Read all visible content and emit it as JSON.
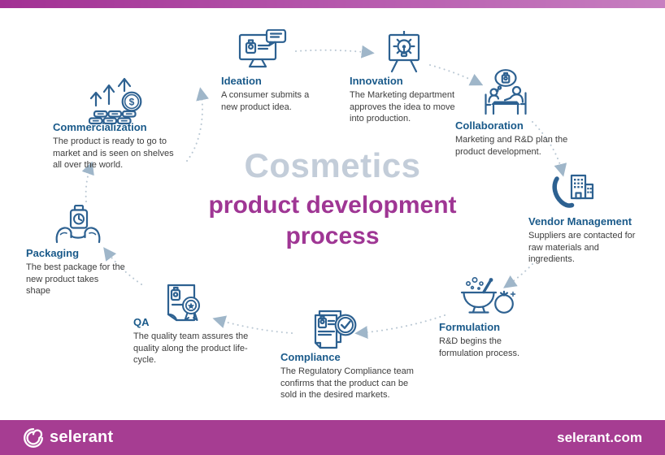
{
  "title": {
    "line1": "Cosmetics",
    "line2": "product development",
    "line3": "process"
  },
  "stages": [
    {
      "name": "Ideation",
      "description": "A consumer submits a new product idea.",
      "icon": "monitor-idea-icon"
    },
    {
      "name": "Innovation",
      "description": "The Marketing department approves the idea to move into production.",
      "icon": "lightbulb-board-icon"
    },
    {
      "name": "Collaboration",
      "description": "Marketing and R&D plan the product development.",
      "icon": "meeting-icon"
    },
    {
      "name": "Vendor Management",
      "description": "Suppliers are contacted for raw materials and ingredients.",
      "icon": "phone-building-icon"
    },
    {
      "name": "Formulation",
      "description": "R&D begins the formulation process.",
      "icon": "mortar-pestle-icon"
    },
    {
      "name": "Compliance",
      "description": "The Regulatory Compliance team confirms that the product can be sold in the desired markets.",
      "icon": "document-check-icon"
    },
    {
      "name": "QA",
      "description": "The quality team assures the quality along the product life-cycle.",
      "icon": "certificate-ribbon-icon"
    },
    {
      "name": "Packaging",
      "description": "The best package for the new product takes shape",
      "icon": "hands-package-icon"
    },
    {
      "name": "Commercialization",
      "description": "The product is ready to go to market and is seen on shelves all over the world.",
      "icon": "growth-money-icon"
    }
  ],
  "footer": {
    "brand": "selerant",
    "website": "selerant.com"
  },
  "symbols": {
    "dollar": "$"
  },
  "colors": {
    "accent_magenta": "#9f3694",
    "title_gray": "#c3cdd9",
    "heading_blue": "#1a5a8a",
    "icon_blue": "#2d6191",
    "arc_gray_blue": "#b9c7d3",
    "footer_bg": "#a63d92",
    "topbar_gradient_start": "#a23093",
    "topbar_gradient_end": "#c77fc0"
  }
}
